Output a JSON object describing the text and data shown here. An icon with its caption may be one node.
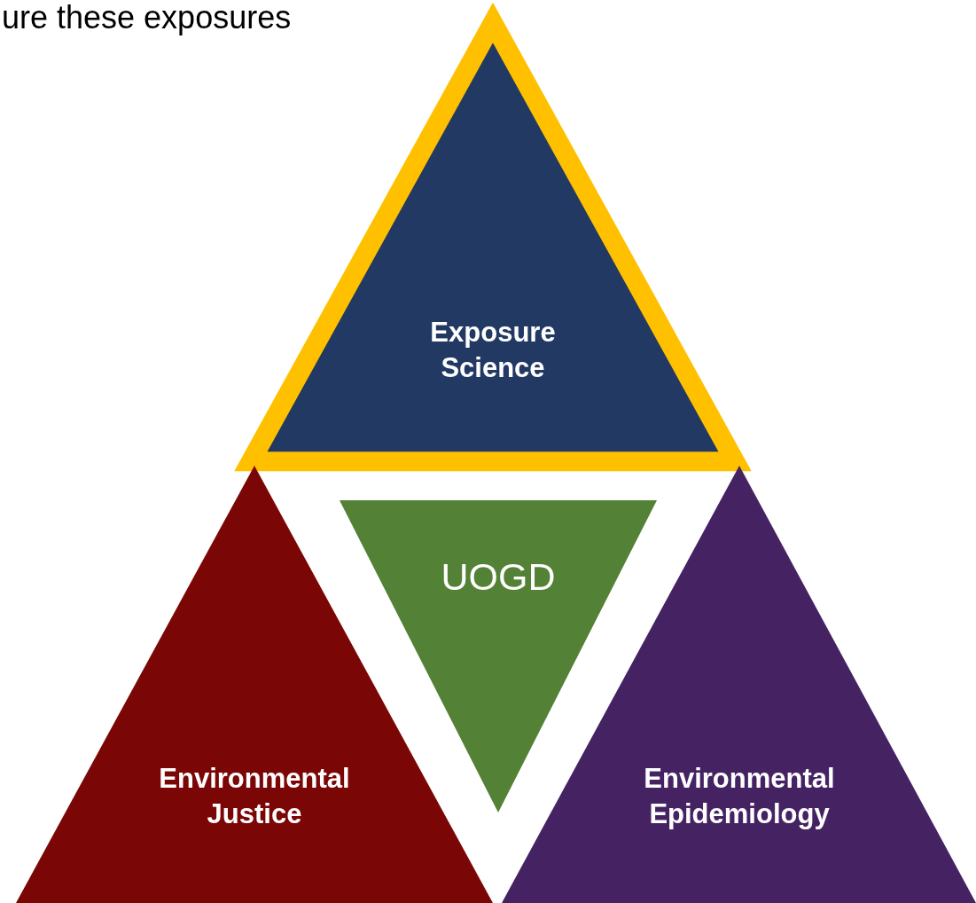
{
  "diagram": {
    "nodes": [
      {
        "text": [
          "Exposure Science"
        ]
      },
      {
        "text": [
          "UOGD"
        ]
      },
      {
        "text": [
          "Environmental Justice"
        ]
      },
      {
        "text": [
          "Environmental Epidemiology"
        ]
      }
    ],
    "labels": [
      "ure these exposures"
    ]
  }
}
